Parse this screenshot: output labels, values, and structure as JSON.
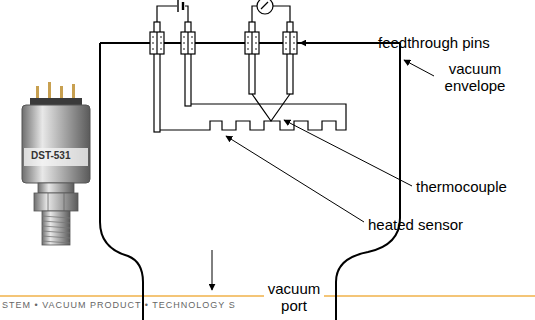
{
  "diagram": {
    "labels": [
      "feedthrough pins",
      "vacuum envelope",
      "thermocouple",
      "heated sensor",
      "vacuum port",
      "DST-531",
      "STEM • VACUUM PRODUCT • TECHNOLOGY S"
    ]
  }
}
